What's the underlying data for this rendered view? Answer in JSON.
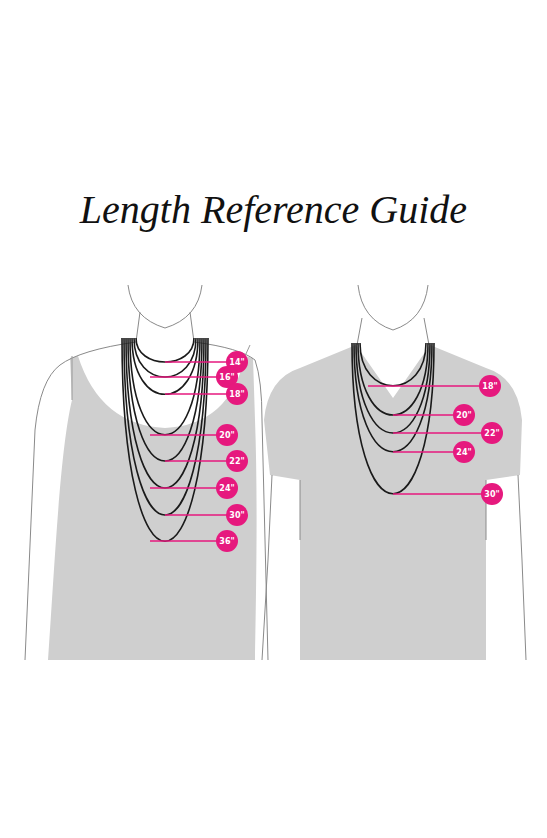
{
  "diagram": {
    "title": "Length Reference Guide",
    "nodes": [
      {
        "text": [
          "14\""
        ]
      },
      {
        "text": [
          "16\""
        ]
      },
      {
        "text": [
          "18\""
        ]
      },
      {
        "text": [
          "20\""
        ]
      },
      {
        "text": [
          "22\""
        ]
      },
      {
        "text": [
          "24\""
        ]
      },
      {
        "text": [
          "30\""
        ]
      },
      {
        "text": [
          "36\""
        ]
      },
      {
        "text": [
          "18\""
        ]
      },
      {
        "text": [
          "20\""
        ]
      },
      {
        "text": [
          "22\""
        ]
      },
      {
        "text": [
          "24\""
        ]
      },
      {
        "text": [
          "30\""
        ]
      }
    ]
  }
}
